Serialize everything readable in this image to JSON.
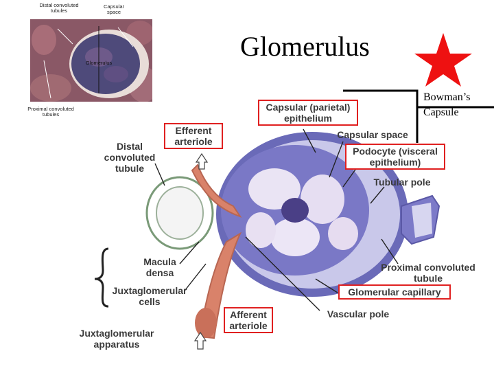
{
  "title": "Glomerulus",
  "bowmans_capsule": "Bowman’s\nCapsule",
  "micrograph": {
    "distal_convoluted_tubules": "Distal convoluted\ntubules",
    "capsular_space": "Capsular\nspace",
    "glomerulus": "Glomerulus",
    "proximal_convoluted_tubules": "Proximal convoluted\ntubules"
  },
  "labels": {
    "capsular_parietal_epithelium": "Capsular (parietal)\nepithelium",
    "efferent_arteriole": "Efferent\narteriole",
    "distal_convoluted_tubule": "Distal\nconvoluted\ntubule",
    "capsular_space": "Capsular  space",
    "podocyte_visceral_epithelium": "Podocyte (visceral\nepithelium)",
    "tubular_pole": "Tubular pole",
    "macula_densa": "Macula\ndensa",
    "juxtaglomerular_cells": "Juxtaglomerular\ncells",
    "proximal_convoluted_tubule": "Proximal convoluted\ntubule",
    "glomerular_capillary": "Glomerular  capillary",
    "vascular_pole": "Vascular pole",
    "afferent_arteriole": "Afferent\narteriole",
    "juxtaglomerular_apparatus": "Juxtaglomerular\napparatus"
  },
  "colors": {
    "highlight_box": "#e02020",
    "star": "#ee1111",
    "capsule": "#6a6ab8",
    "arteriole": "#d9826a"
  },
  "icons": [
    "star-icon",
    "up-arrow-icon"
  ]
}
